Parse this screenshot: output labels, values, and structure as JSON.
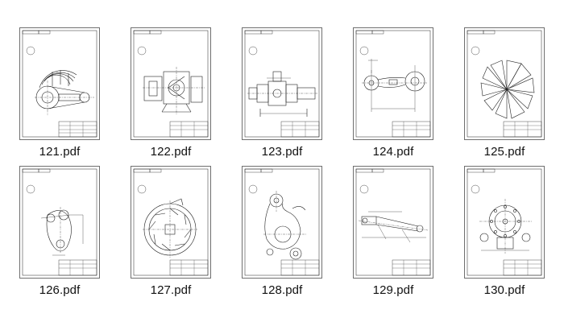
{
  "files": [
    {
      "name": "121.pdf",
      "drawing": "link-arc-part"
    },
    {
      "name": "122.pdf",
      "drawing": "bracket-assembly"
    },
    {
      "name": "123.pdf",
      "drawing": "shaft-section"
    },
    {
      "name": "124.pdf",
      "drawing": "dumbbell-link"
    },
    {
      "name": "125.pdf",
      "drawing": "radial-segments"
    },
    {
      "name": "126.pdf",
      "drawing": "cam-plate"
    },
    {
      "name": "127.pdf",
      "drawing": "turbine-wheel"
    },
    {
      "name": "128.pdf",
      "drawing": "hook-plate"
    },
    {
      "name": "129.pdf",
      "drawing": "long-lever"
    },
    {
      "name": "130.pdf",
      "drawing": "flange-disk"
    }
  ]
}
